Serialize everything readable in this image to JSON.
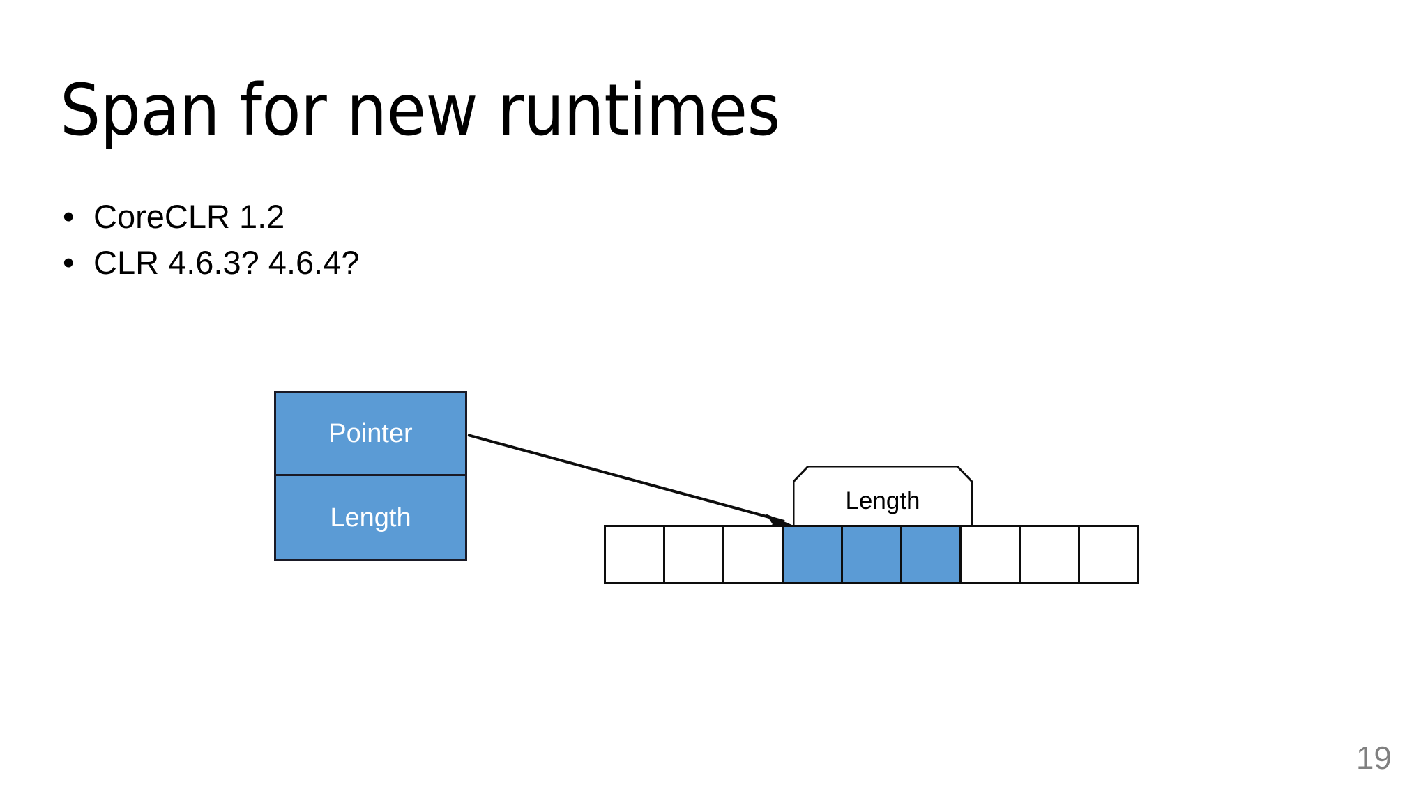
{
  "slide": {
    "title": "Span for new runtimes",
    "page_number": "19",
    "background_color": "#FFFFFF",
    "title_color": "#000000",
    "page_number_color": "#808080"
  },
  "bullets": [
    {
      "marker": "•",
      "text": "CoreCLR 1.2"
    },
    {
      "marker": "•",
      "text": "CLR 4.6.3? 4.6.4?"
    }
  ],
  "diagram": {
    "accent_color": "#5B9BD5",
    "outline_color": "#1A1A26",
    "span_struct": {
      "fields": [
        {
          "label": "Pointer"
        },
        {
          "label": "Length"
        }
      ]
    },
    "callout": {
      "label": "Length"
    },
    "memory_array": {
      "cell_count": 9,
      "cells": [
        {
          "filled": false
        },
        {
          "filled": false
        },
        {
          "filled": false
        },
        {
          "filled": true
        },
        {
          "filled": true
        },
        {
          "filled": true
        },
        {
          "filled": false
        },
        {
          "filled": false
        },
        {
          "filled": false
        }
      ]
    },
    "arrow": {
      "name": "pointer-to-memory-arrow"
    }
  }
}
